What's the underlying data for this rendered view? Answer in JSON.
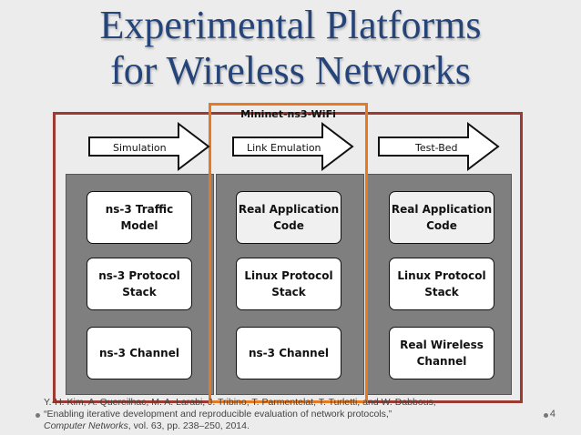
{
  "title": {
    "line1": "Experimental Platforms",
    "line2": "for Wireless Networks"
  },
  "diagram": {
    "highlight_label": "Mininet-ns3-WiFi",
    "columns": [
      {
        "header": "Simulation",
        "boxes": [
          "ns-3 Traffic\nModel",
          "ns-3 Protocol\nStack",
          "ns-3 Channel"
        ]
      },
      {
        "header": "Link Emulation",
        "boxes": [
          "Real Application\nCode",
          "Linux Protocol\nStack",
          "ns-3 Channel"
        ]
      },
      {
        "header": "Test-Bed",
        "boxes": [
          "Real Application\nCode",
          "Linux Protocol\nStack",
          "Real Wireless\nChannel"
        ]
      }
    ]
  },
  "citation": {
    "line1": "Y.-H. Kim, A. Quereilhac, M. A. Larabi, J. Tribino, T. Parmentelat, T. Turletti, and W. Dabbous,",
    "line2": "“Enabling iterative development and reproducible evaluation of network protocols,”",
    "journal": "Computer Networks",
    "details": ", vol. 63, pp. 238–250, 2014."
  },
  "page_number": "4",
  "colors": {
    "title": "#25447a",
    "outer_frame": "#9b3b31",
    "highlight_frame": "#e57a22",
    "column_fill": "#7f7f7f"
  }
}
